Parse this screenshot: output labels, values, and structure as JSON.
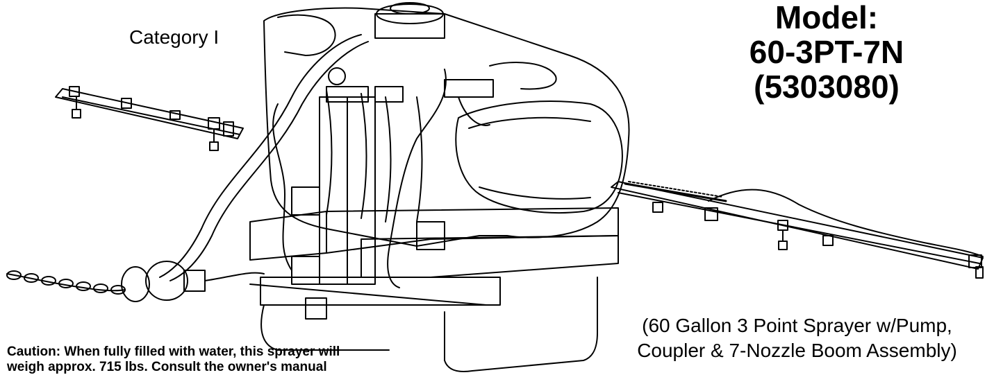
{
  "labels": {
    "category": "Category I",
    "model_line1": "Model:",
    "model_line2": "60-3PT-7N",
    "model_line3": "(5303080)",
    "desc_line1": "(60 Gallon 3 Point Sprayer w/Pump,",
    "desc_line2": "Coupler & 7-Nozzle Boom Assembly)",
    "caution_line1": "Caution: When fully filled with water, this sprayer will",
    "caution_line2": "weigh approx. 715 lbs.  Consult the owner's manual"
  }
}
